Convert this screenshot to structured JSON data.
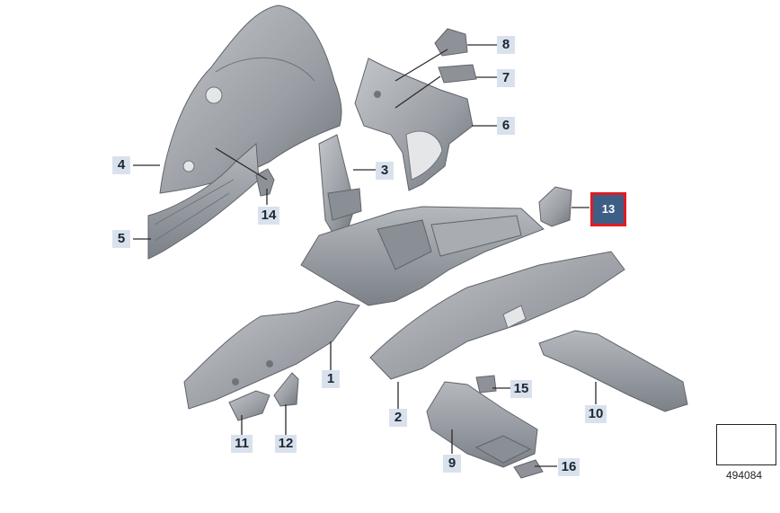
{
  "diagram": {
    "selected_part": "13",
    "reference_number": "494084",
    "colors": {
      "part_fill": "#9a9ea4",
      "part_dark": "#6f747b",
      "part_light": "#c3c6ca",
      "leader": "#2a2a2a",
      "callout_bg": "#d9e2ec",
      "selected_bg": "#3e5e86",
      "selected_border": "#e01b23"
    },
    "callouts": {
      "c1": "1",
      "c2": "2",
      "c3": "3",
      "c4": "4",
      "c5": "5",
      "c6": "6",
      "c7": "7",
      "c8": "8",
      "c9": "9",
      "c10": "10",
      "c11": "11",
      "c12": "12",
      "c13": "13",
      "c14": "14",
      "c15": "15",
      "c16": "16"
    }
  }
}
